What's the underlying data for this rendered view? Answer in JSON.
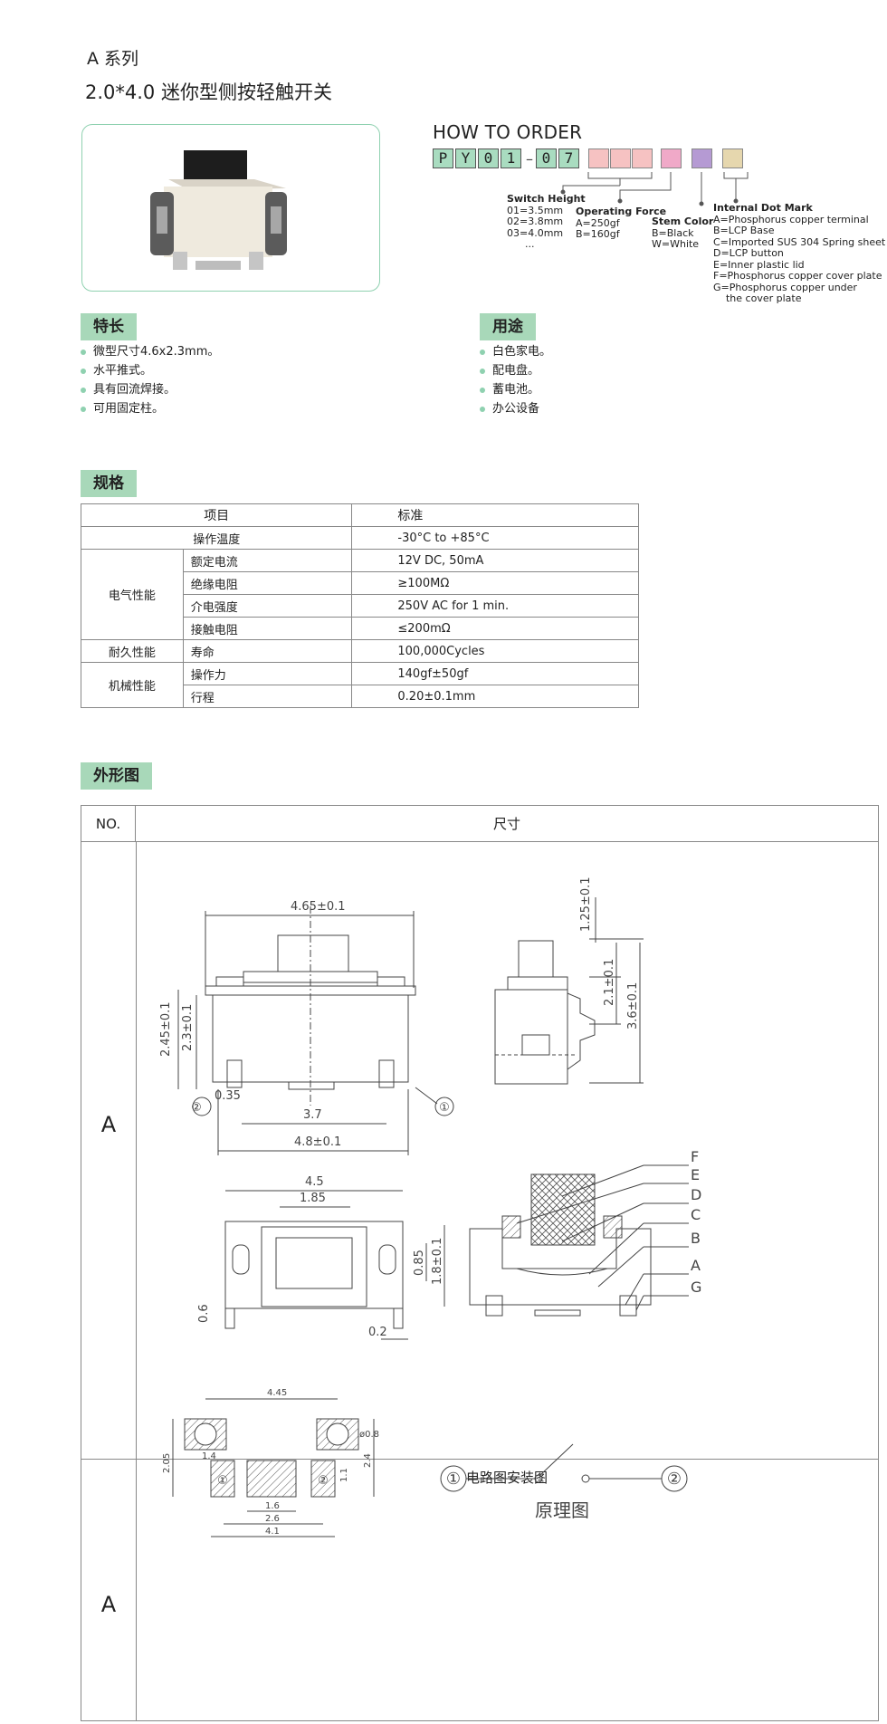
{
  "header": {
    "series": "A 系列",
    "subtitle": "2.0*4.0 迷你型侧按轻触开关"
  },
  "how_to_order": {
    "title": "HOW TO ORDER",
    "code": [
      "P",
      "Y",
      "0",
      "1",
      "0",
      "7"
    ],
    "option_colors": [
      "#f6c2c2",
      "#f6c2c2",
      "#f6c2c2",
      "#f0a9c8",
      "#b59ad3",
      "#e6d7ae"
    ],
    "switch_height": {
      "title": "Switch Height",
      "lines": [
        "01=3.5mm",
        "02=3.8mm",
        "03=4.0mm",
        "..."
      ]
    },
    "operating_force": {
      "title": "Operating Force",
      "lines": [
        "A=250gf",
        "B=160gf"
      ]
    },
    "stem_color": {
      "title": "Stem Color",
      "lines": [
        "B=Black",
        "W=White"
      ]
    },
    "internal_dot_mark": {
      "title": "Internal Dot Mark",
      "lines": [
        "A=Phosphorus copper terminal",
        "B=LCP Base",
        "C=Imported SUS 304 Spring sheet",
        "D=LCP button",
        "E=Inner plastic lid",
        "F=Phosphorus copper cover plate",
        "G=Phosphorus copper under",
        "    the cover plate"
      ]
    }
  },
  "features": {
    "title": "特长",
    "items": [
      "微型尺寸4.6x2.3mm。",
      "水平推式。",
      "具有回流焊接。",
      "可用固定柱。"
    ]
  },
  "applications": {
    "title": "用途",
    "items": [
      "白色家电。",
      "配电盘。",
      "蓄电池。",
      "办公设备"
    ]
  },
  "specs": {
    "title": "规格",
    "header": [
      "项目",
      "标准"
    ],
    "op_temp": [
      "操作温度",
      "-30°C to +85°C"
    ],
    "electrical": {
      "group": "电气性能",
      "rows": [
        [
          "额定电流",
          "12V DC, 50mA"
        ],
        [
          "绝缘电阻",
          "≥100MΩ"
        ],
        [
          "介电强度",
          "250V AC for 1 min."
        ],
        [
          "接触电阻",
          "≤200mΩ"
        ]
      ]
    },
    "durability": {
      "group": "耐久性能",
      "rows": [
        [
          "寿命",
          "100,000Cycles"
        ]
      ]
    },
    "mechanical": {
      "group": "机械性能",
      "rows": [
        [
          "操作力",
          "140gf±50gf"
        ],
        [
          "行程",
          "0.20±0.1mm"
        ]
      ]
    }
  },
  "outline": {
    "title": "外形图",
    "col_no": "NO.",
    "col_size": "尺寸",
    "row1_label": "A",
    "row2_label": "A",
    "circuit_title": "电路图安装图",
    "principle": "原理图",
    "dims": {
      "width": "4.65±0.1",
      "h245": "2.45±0.1",
      "h23": "2.3±0.1",
      "d035": "0.35",
      "d37": "3.7",
      "d48": "4.8±0.1",
      "s125": "1.25±0.1",
      "s21": "2.1±0.1",
      "s36": "3.6±0.1",
      "b45": "4.5",
      "b185": "1.85",
      "b085": "0.85",
      "b18": "1.8±0.1",
      "b06": "0.6",
      "b02": "0.2",
      "p445": "4.45",
      "p205": "2.05",
      "p14": "1.4",
      "p08": "ø0.8",
      "p24": "2.4",
      "p11": "1.1",
      "p16": "1.6",
      "p26": "2.6",
      "p41": "4.1",
      "c1": "①",
      "c2": "②"
    },
    "letters": [
      "F",
      "E",
      "D",
      "C",
      "B",
      "A",
      "G"
    ]
  }
}
